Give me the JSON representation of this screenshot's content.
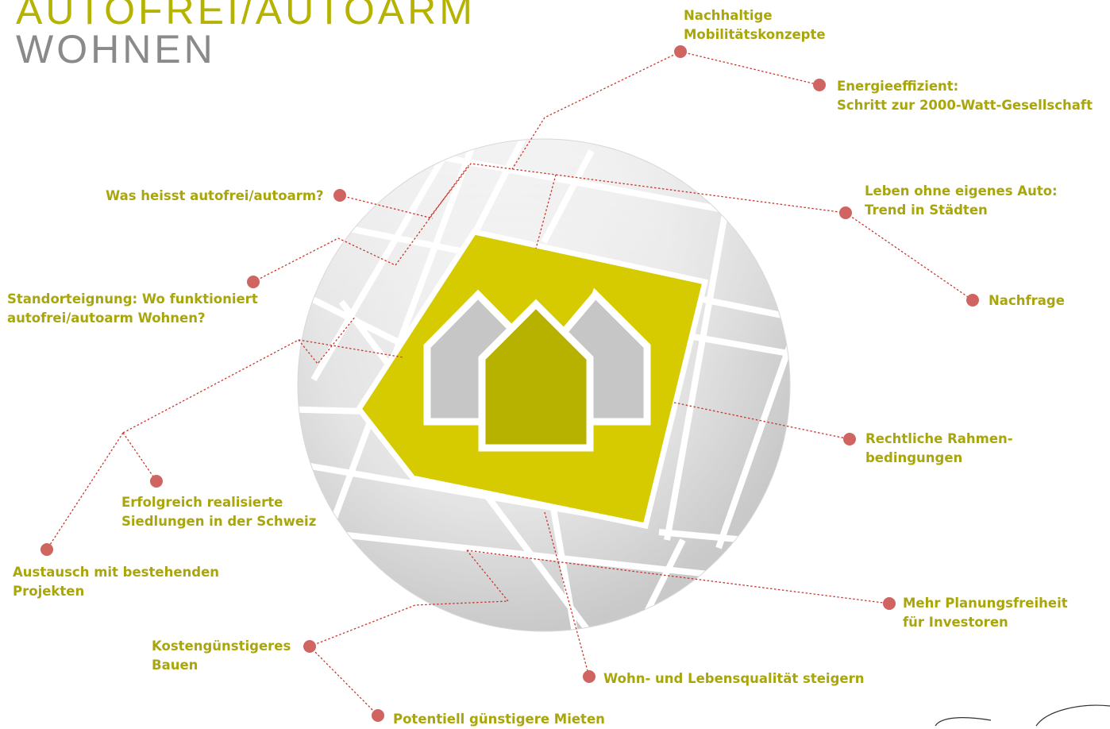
{
  "title": {
    "line1": "AUTOFREI/AUTOARM",
    "line2": "WOHNEN"
  },
  "colors": {
    "accent": "#d5cb00",
    "accent_dark": "#b5b200",
    "label": "#a9a60b",
    "connector": "#c9352b",
    "dot": "#d06460",
    "tile_gray": "#cbcbcb"
  },
  "labels": {
    "mobilitaet": [
      "Nachhaltige",
      "Mobilitätskonzepte"
    ],
    "energie": [
      "Energieeffizient:",
      "Schritt zur 2000-Watt-Gesellschaft"
    ],
    "was_heisst": [
      "Was heisst autofrei/autoarm?"
    ],
    "leben": [
      "Leben ohne eigenes Auto:",
      "Trend in Städten"
    ],
    "nachfrage": [
      "Nachfrage"
    ],
    "standort": [
      "Standorteignung: Wo funktioniert",
      "autofrei/autoarm Wohnen?"
    ],
    "rechtlich": [
      "Rechtliche Rahmen-",
      "bedingungen"
    ],
    "erfolgreich": [
      "Erfolgreich realisierte",
      "Siedlungen in der Schweiz"
    ],
    "austausch": [
      "Austausch mit bestehenden",
      "Projekten"
    ],
    "planung": [
      "Mehr Planungsfreiheit",
      "für Investoren"
    ],
    "kosten": [
      "Kostengünstigeres",
      "Bauen"
    ],
    "wohnqualitaet": [
      "Wohn- und Lebensqualität steigern"
    ],
    "mieten": [
      "Potentiell günstigere Mieten"
    ]
  },
  "icons": {
    "center": "houses-icon",
    "connector_end": "dot-icon"
  }
}
